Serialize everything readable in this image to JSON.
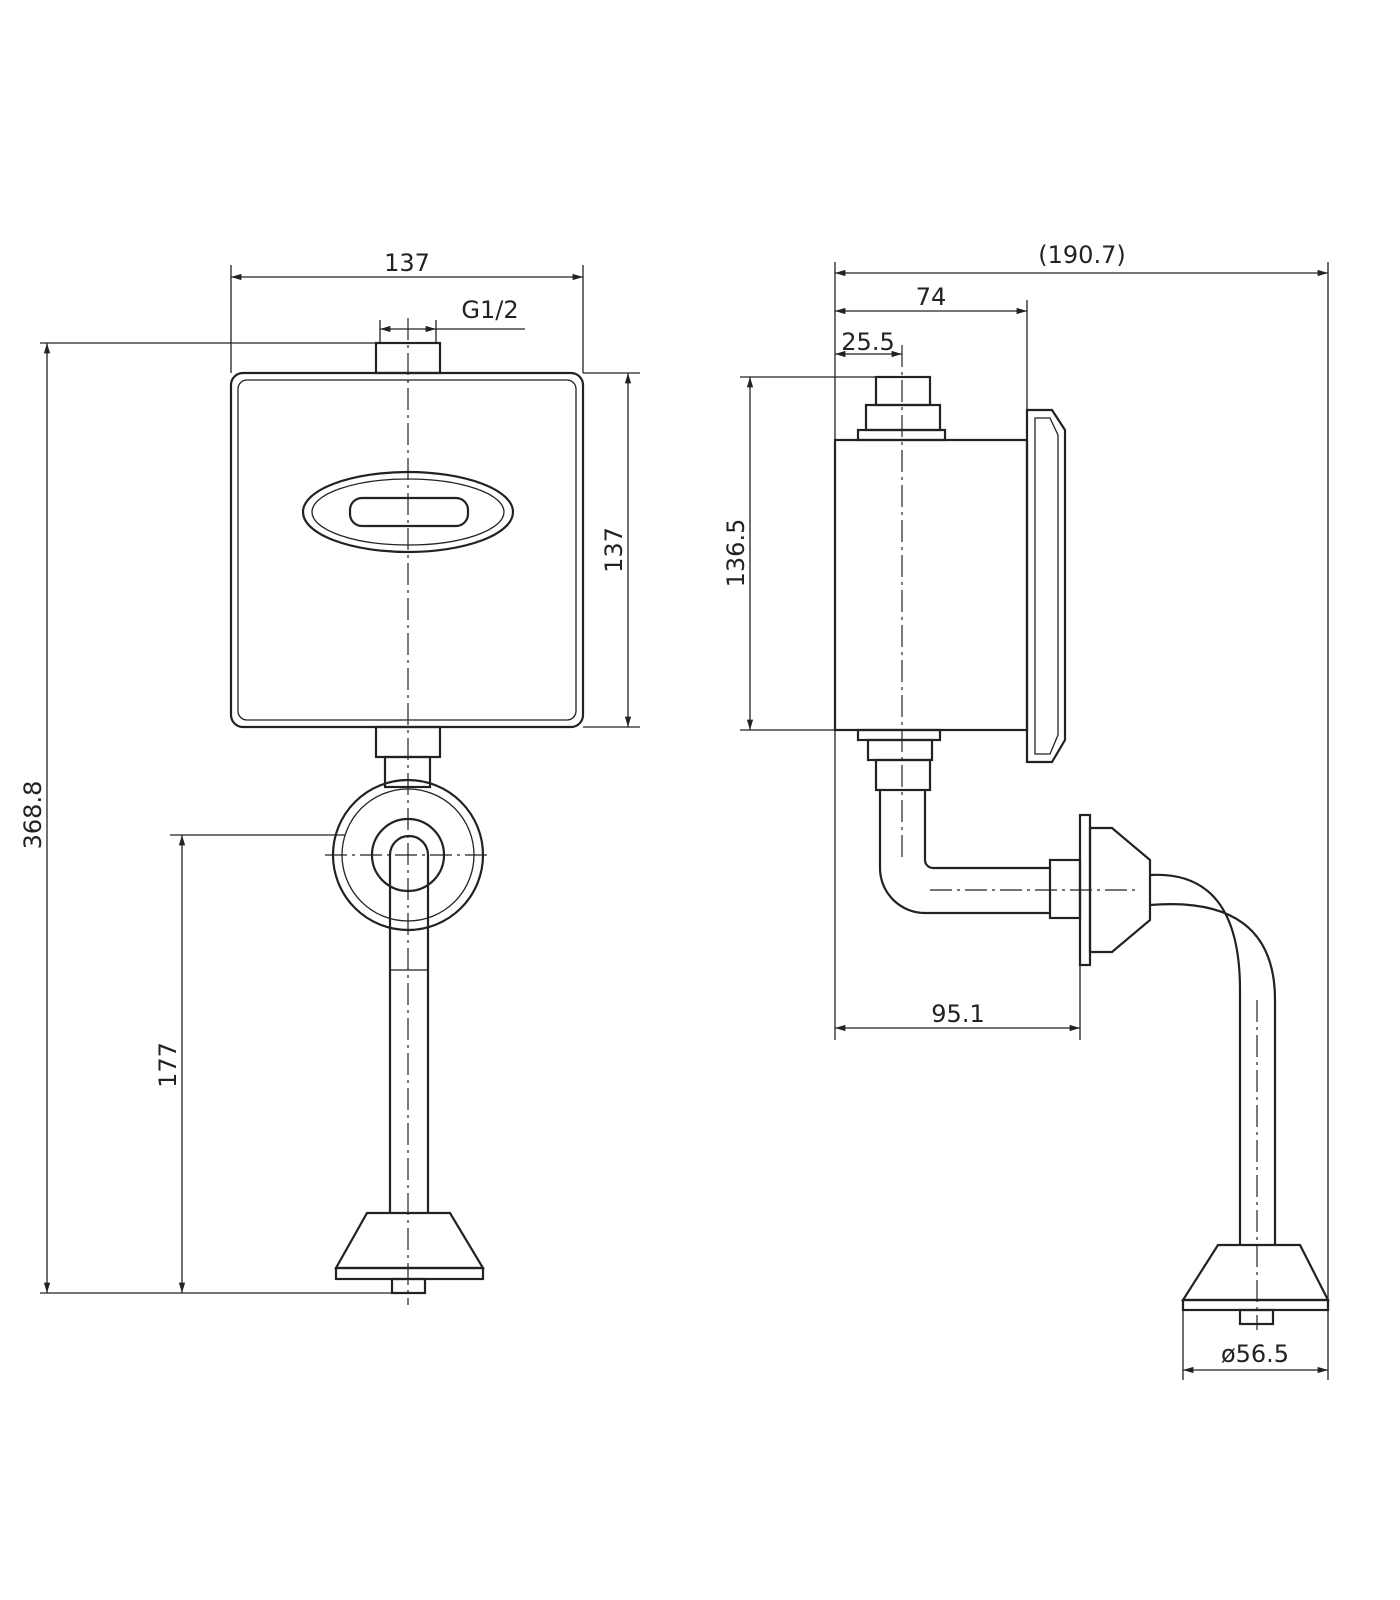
{
  "front_view": {
    "width_top": "137",
    "thread": "G1/2",
    "height_right": "137",
    "total_height": "368.8",
    "outlet_height": "177"
  },
  "side_view": {
    "total_depth": "(190.7)",
    "body_depth": "74",
    "inlet_offset": "25.5",
    "body_height": "136.5",
    "outlet_offset": "95.1",
    "flange_diameter": "ø56.5"
  },
  "colors": {
    "line": "#222222",
    "background": "#ffffff"
  }
}
